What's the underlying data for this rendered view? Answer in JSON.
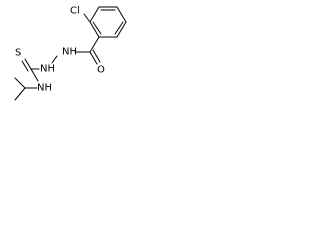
{
  "molecule": {
    "atoms": {
      "chlorine": "Cl",
      "carbonyl_oxygen": "O",
      "thione_sulfur": "S",
      "hydrazide_nh_1": "NH",
      "hydrazide_nh_2": "NH",
      "amine_nh": "NH"
    }
  },
  "colors": {
    "bond": "#000000",
    "label": "#000000",
    "background": "#ffffff"
  }
}
